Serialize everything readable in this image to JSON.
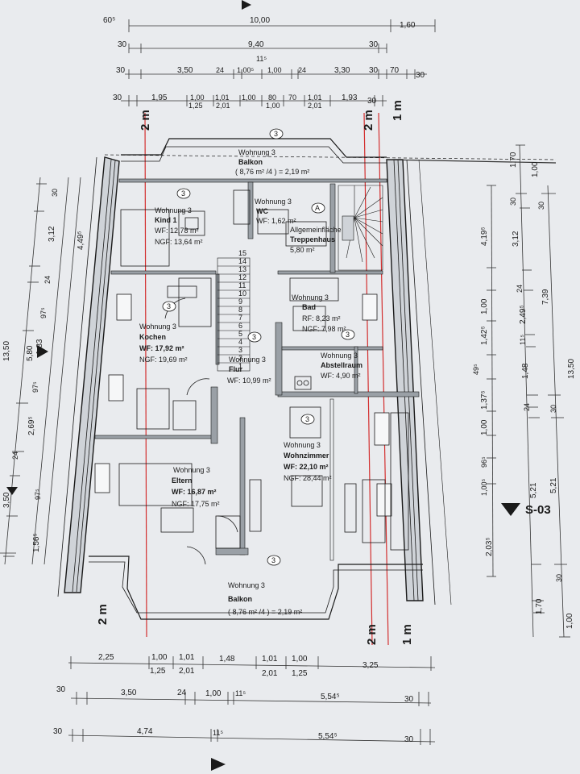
{
  "top_dims": {
    "row1": [
      "60⁵",
      "10,00",
      "1,60"
    ],
    "row2": [
      "30",
      "9,40",
      "30"
    ],
    "row3_top": "11⁵",
    "row3": [
      "30",
      "3,50",
      "24",
      "1,00⁵",
      "1,00",
      "24",
      "3,30",
      "30",
      "70",
      "30"
    ],
    "row4": [
      "30",
      "1,95",
      "1,00",
      "1,01",
      "1,00",
      "80",
      "70",
      "1,01",
      "1,93",
      "30"
    ],
    "row4_sub": [
      "1,25",
      "2,01",
      "1,00",
      "2,01"
    ]
  },
  "axis_labels": {
    "top_left": "2 m",
    "top_right_2m": "2 m",
    "top_right_1m": "1 m",
    "bottom_left": "2 m",
    "bottom_right_2m": "2 m",
    "bottom_right_1m": "1 m"
  },
  "rooms": {
    "balkon_top": {
      "name": "Wohnung 3",
      "type": "Balkon",
      "area": "( 8,76 m² /4 ) = 2,19 m²"
    },
    "kind": {
      "name": "Wohnung 3",
      "type": "Kind 1",
      "wf": "WF: 12,78 m²",
      "ngf": "NGF: 13,64 m²"
    },
    "wc": {
      "name": "Wohnung 3",
      "type": "WC",
      "wf": "WF: 1,62 m²"
    },
    "treppenhaus": {
      "name": "Allgemeinfläche",
      "type": "Treppenhaus",
      "area": "5,80 m²"
    },
    "kochen": {
      "name": "Wohnung 3",
      "type": "Kochen",
      "wf": "WF: 17,92 m²",
      "ngf": "NGF: 19,69 m²"
    },
    "bad": {
      "name": "Wohnung 3",
      "type": "Bad",
      "rf": "RF: 8,23 m²",
      "ngf": "NGF: 7,98 m²"
    },
    "flur": {
      "name": "Wohnung 3",
      "type": "Flur",
      "wf": "WF: 10,99 m²"
    },
    "abstellraum": {
      "name": "Wohnung 3",
      "type": "Abstellraum",
      "wf": "WF: 4,90 m²"
    },
    "wohnzimmer": {
      "name": "Wohnung 3",
      "type": "Wohnzimmer",
      "wf": "WF: 22,10 m²",
      "ngf": "NGF: 28,44 m²"
    },
    "eltern": {
      "name": "Wohnung 3",
      "type": "Eltern",
      "wf": "WF: 16,87 m²",
      "ngf": "NGF: 17,75 m²"
    },
    "balkon_bottom": {
      "name": "Wohnung 3",
      "type": "Balkon",
      "area": "( 8,76 m² /4 ) = 2,19 m²"
    }
  },
  "door_markers": [
    "3",
    "3",
    "3",
    "3",
    "3",
    "3",
    "A",
    "3"
  ],
  "stair_numbers": [
    "1",
    "2",
    "3",
    "4",
    "5",
    "6",
    "7",
    "8",
    "9",
    "10",
    "11",
    "12",
    "13",
    "14",
    "15"
  ],
  "left_dims": {
    "outer": [
      "13,50",
      "5,80",
      "3,50"
    ],
    "mid": [
      "4,49⁵"
    ],
    "inner": [
      "30",
      "3,12",
      "24",
      "97⁵",
      "1,83",
      "97⁵",
      "2,69⁵",
      "24",
      "97⁵",
      "1,56⁵"
    ]
  },
  "right_dims": {
    "top": [
      "1,70",
      "1,00"
    ],
    "col1": [
      "30",
      "4,19⁵",
      "1,00",
      "1,42⁵",
      "49⁵",
      "1,37⁵",
      "1,00",
      "96⁵",
      "1,00⁵",
      "2,03⁵"
    ],
    "col2": [
      "30",
      "3,12",
      "24",
      "2,49⁵",
      "11⁵",
      "1,48",
      "24",
      "30",
      "5,21",
      "1,70",
      "30"
    ],
    "col3": [
      "5,21",
      "7,39",
      "13,50",
      "1,00"
    ],
    "section_label": "S-03"
  },
  "bottom_dims": {
    "row1": [
      "2,25",
      "1,00",
      "1,01",
      "1,48",
      "1,01",
      "1,00",
      "3,25"
    ],
    "row1_sub": [
      "1,25",
      "2,01",
      "2,01",
      "1,25"
    ],
    "row2": [
      "30",
      "3,50",
      "24",
      "1,00",
      "11⁵",
      "5,54⁵",
      "30"
    ],
    "row3": [
      "30",
      "4,74",
      "11⁵",
      "5,54⁵",
      "30"
    ]
  }
}
